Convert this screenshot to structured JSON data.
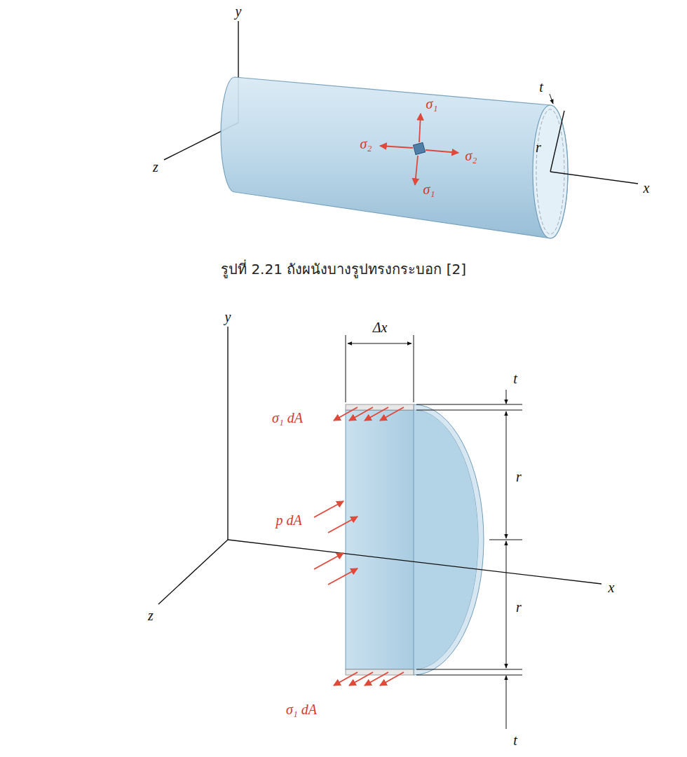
{
  "diagram": {
    "caption": "รูปที่ 2.21 ถังผนังบางรูปทรงกระบอก [2]",
    "labels": [
      "y",
      "σ₁",
      "σ₂",
      "σ₂",
      "σ₁",
      "t",
      "r",
      "z",
      "x",
      "y",
      "Δx",
      "σ₁ dA",
      "t",
      "r",
      "p dA",
      "z",
      "x",
      "r",
      "σ₁ dA",
      "t"
    ]
  }
}
